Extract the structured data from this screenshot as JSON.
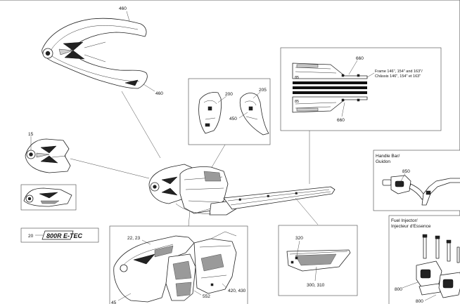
{
  "callouts": {
    "c460_top": "460",
    "c460_bottom": "460",
    "c200": "200",
    "c205": "205",
    "c450": "450",
    "c660_top": "660",
    "c660_bottom": "660",
    "c85": "85",
    "c15": "15",
    "c20": "20",
    "c22_23": "22, 23",
    "c45": "45",
    "c552": "552",
    "c420_430": "420, 430",
    "c320": "320",
    "c300_310": "300, 310",
    "c850": "850",
    "c800_a": "800",
    "c800_b": "800"
  },
  "frame_note": {
    "line1": "Frame 146\", 154\" and 163\"/",
    "line2": "Châssis 146\", 154\" et 163\""
  },
  "handlebar_box": {
    "title_line1": "Handle Bar/",
    "title_line2": "Guidon"
  },
  "fuel_injector_box": {
    "title_line1": "Fuel Injector/",
    "title_line2": "Injecteur d'Essence"
  },
  "decal_text": "800R E-TEC",
  "colors": {
    "line": "#222222",
    "box_border": "#444444",
    "hatch": "#9a9a9a",
    "stripe": "#111111"
  }
}
